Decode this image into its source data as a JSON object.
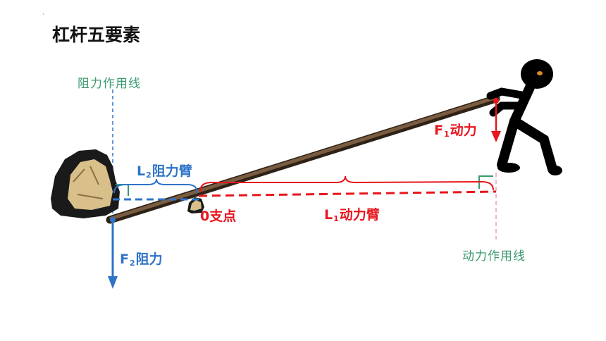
{
  "title": "杠杆五要素",
  "corner_mark": "·",
  "resistance_line_label": "阻力作用线",
  "effort_line_label": "动力作用线",
  "resistance_arm_label": {
    "prefix": "L",
    "sub": "2",
    "text": "阻力臂"
  },
  "effort_arm_label": {
    "prefix": "L",
    "sub": "1",
    "text": "动力臂"
  },
  "fulcrum_label": "0支点",
  "effort_force_label": {
    "prefix": "F",
    "sub": "1",
    "text": "动力"
  },
  "resistance_force_label": {
    "prefix": "F",
    "sub": "2",
    "text": "阻力"
  },
  "colors": {
    "effort": "#e8151d",
    "resistance": "#2f73c9",
    "line_label": "#3a9a6e",
    "right_angle": "#3a9a6e",
    "effort_line": "#f0a0a8",
    "lever": "#5a4632",
    "rock": "#d9c08a"
  },
  "icons": [
    "rock-icon",
    "stick-figure-icon",
    "fulcrum-stone-icon"
  ]
}
